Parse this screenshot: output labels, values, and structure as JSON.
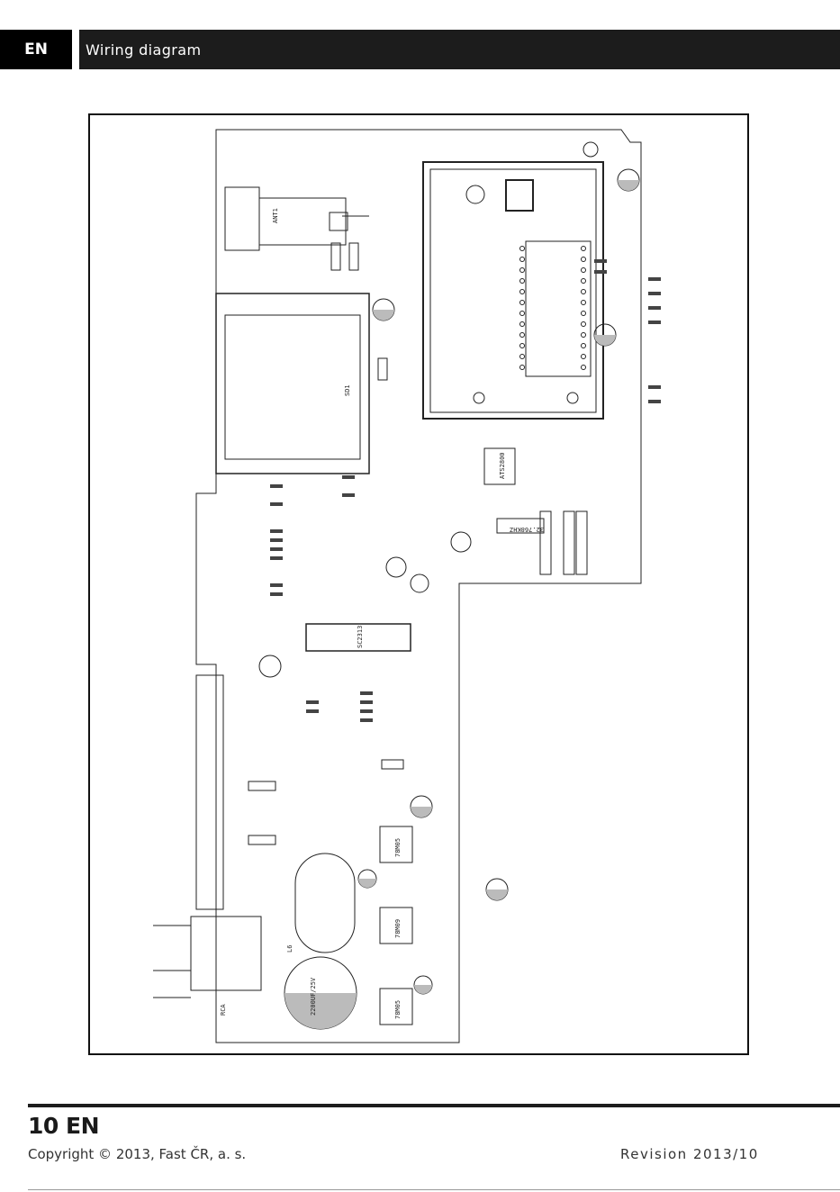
{
  "header": {
    "lang": "EN",
    "title": "Wiring diagram"
  },
  "diagram": {
    "labels": {
      "ant": "ANT1",
      "sd": "SD1",
      "u1": "SC2313",
      "u3": "ATS2800",
      "u5": "78M05",
      "u7": "78M09",
      "u8": "78M05",
      "l6": "L6",
      "ec20": "2200UF/25V",
      "rca": "RCA",
      "x2": "32.768KHZ"
    }
  },
  "footer": {
    "page": "10 EN",
    "copyright": "Copyright © 2013, Fast ČR, a. s.",
    "revision": "Revision 2013/10"
  }
}
